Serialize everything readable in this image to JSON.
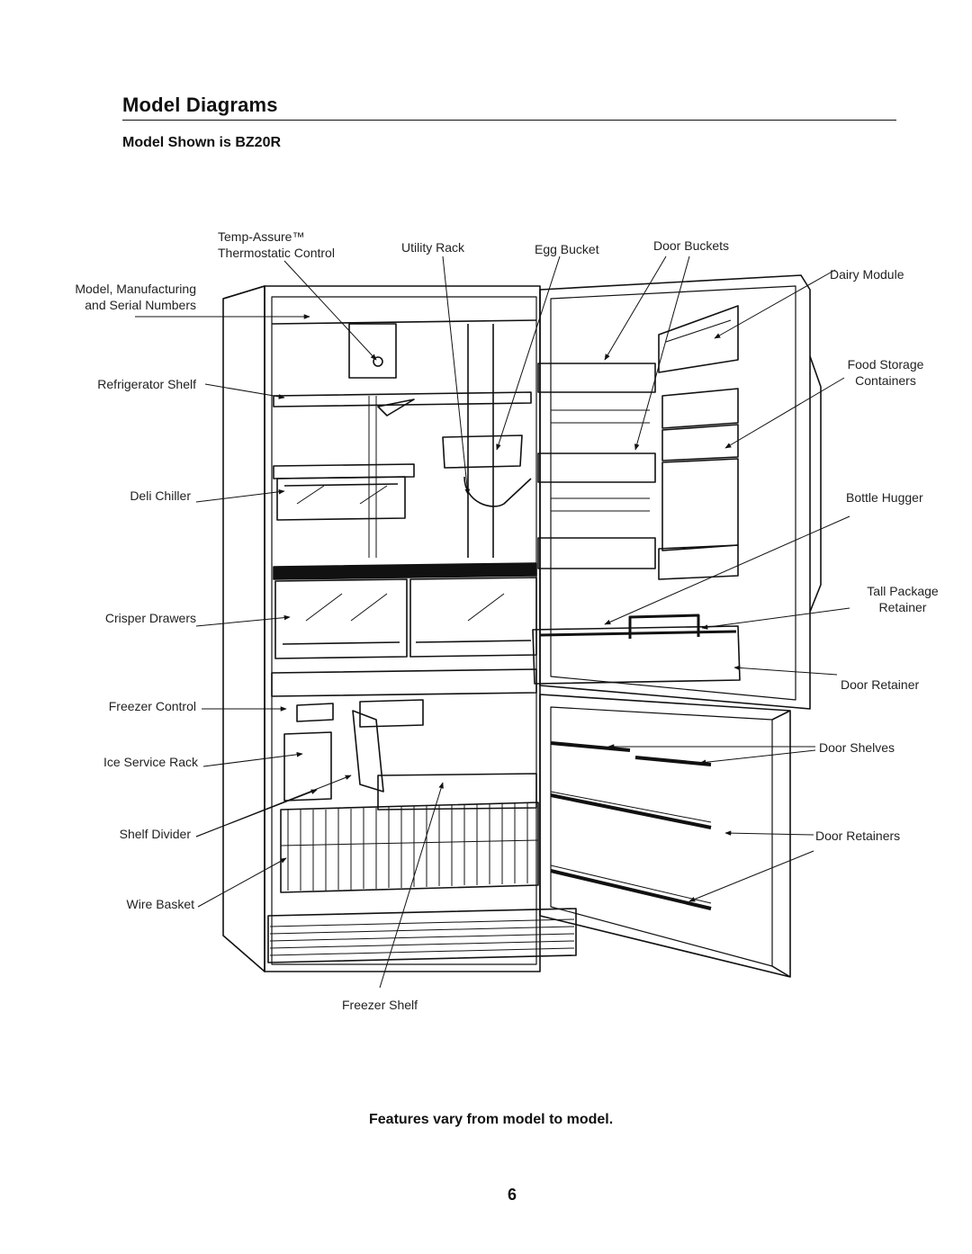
{
  "header": {
    "title": "Model Diagrams",
    "subtitle": "Model Shown is BZ20R"
  },
  "labels": {
    "temp_assure": "Temp-Assure™\nThermostatic Control",
    "utility_rack": "Utility Rack",
    "egg_bucket": "Egg Bucket",
    "door_buckets": "Door Buckets",
    "dairy_module": "Dairy Module",
    "model_numbers": "Model, Manufacturing\nand Serial Numbers",
    "refrigerator_shelf": "Refrigerator Shelf",
    "food_storage": "Food Storage\nContainers",
    "deli_chiller": "Deli Chiller",
    "bottle_hugger": "Bottle Hugger",
    "tall_package": "Tall Package\nRetainer",
    "crisper_drawers": "Crisper Drawers",
    "door_retainer": "Door Retainer",
    "freezer_control": "Freezer Control",
    "door_shelves": "Door Shelves",
    "ice_service_rack": "Ice Service Rack",
    "shelf_divider": "Shelf Divider",
    "door_retainers": "Door Retainers",
    "wire_basket": "Wire Basket",
    "freezer_shelf": "Freezer Shelf"
  },
  "footer": {
    "note": "Features vary from model to model.",
    "page_number": "6"
  }
}
